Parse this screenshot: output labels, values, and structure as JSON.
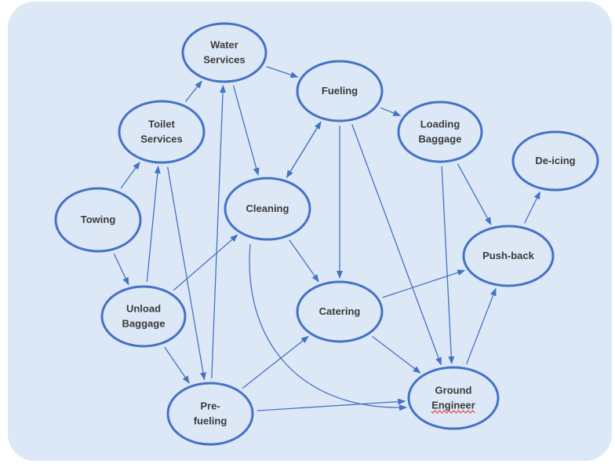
{
  "colors": {
    "background": "#dce8f6",
    "node_fill": "#dce8f6",
    "node_stroke": "#4472c4",
    "edge": "#4472c4",
    "text": "#3b3b3b",
    "spellcheck": "#e03a3a"
  },
  "nodes": [
    {
      "id": "water",
      "lines": [
        "Water",
        "Services"
      ]
    },
    {
      "id": "fueling",
      "lines": [
        "Fueling"
      ]
    },
    {
      "id": "toilet",
      "lines": [
        "Toilet",
        "Services"
      ]
    },
    {
      "id": "loading",
      "lines": [
        "Loading",
        "Baggage"
      ]
    },
    {
      "id": "deicing",
      "lines": [
        "De-icing"
      ]
    },
    {
      "id": "towing",
      "lines": [
        "Towing"
      ]
    },
    {
      "id": "cleaning",
      "lines": [
        "Cleaning"
      ]
    },
    {
      "id": "pushback",
      "lines": [
        "Push-back"
      ]
    },
    {
      "id": "unload",
      "lines": [
        "Unload",
        "Baggage"
      ]
    },
    {
      "id": "catering",
      "lines": [
        "Catering"
      ]
    },
    {
      "id": "ground",
      "lines": [
        "Ground",
        "Engineer"
      ]
    },
    {
      "id": "prefuel",
      "lines": [
        "Pre-",
        "fueling"
      ]
    }
  ],
  "edges": [
    {
      "from": "towing",
      "to": "toilet"
    },
    {
      "from": "towing",
      "to": "unload"
    },
    {
      "from": "toilet",
      "to": "water"
    },
    {
      "from": "toilet",
      "to": "prefuel"
    },
    {
      "from": "water",
      "to": "fueling"
    },
    {
      "from": "water",
      "to": "cleaning"
    },
    {
      "from": "fueling",
      "to": "loading"
    },
    {
      "from": "fueling",
      "to": "cleaning"
    },
    {
      "from": "fueling",
      "to": "catering"
    },
    {
      "from": "fueling",
      "to": "ground"
    },
    {
      "from": "cleaning",
      "to": "fueling"
    },
    {
      "from": "cleaning",
      "to": "catering"
    },
    {
      "from": "cleaning",
      "to": "ground",
      "curved": true
    },
    {
      "from": "unload",
      "to": "toilet"
    },
    {
      "from": "unload",
      "to": "cleaning"
    },
    {
      "from": "unload",
      "to": "prefuel"
    },
    {
      "from": "prefuel",
      "to": "water"
    },
    {
      "from": "prefuel",
      "to": "catering"
    },
    {
      "from": "prefuel",
      "to": "ground"
    },
    {
      "from": "catering",
      "to": "pushback"
    },
    {
      "from": "catering",
      "to": "ground"
    },
    {
      "from": "loading",
      "to": "pushback"
    },
    {
      "from": "loading",
      "to": "ground"
    },
    {
      "from": "ground",
      "to": "pushback"
    },
    {
      "from": "pushback",
      "to": "deicing"
    }
  ]
}
